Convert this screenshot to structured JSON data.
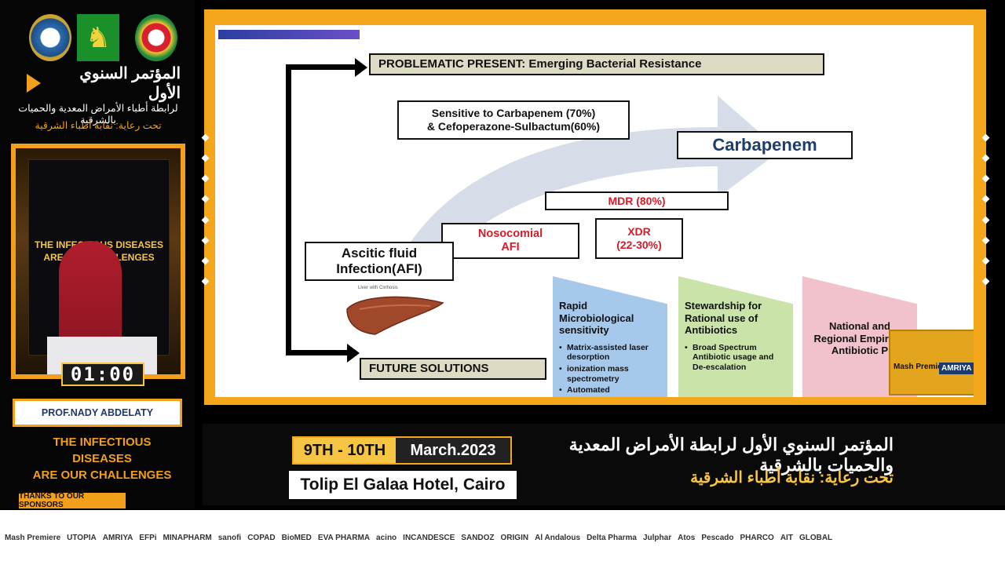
{
  "sidebar": {
    "conf_title": "المؤتمر السنوي الأول",
    "conf_subtitle": "لرابطة أطباء الأمراض المعدية والحميات بالشرقية",
    "patron": "تحت رعاية: نقابة أطباء الشرقية",
    "timer": "01:00",
    "speaker_name": "PROF.NADY ABDELATY",
    "slogan_line1": "THE INFECTIOUS",
    "slogan_line2": "DISEASES",
    "slogan_line3": "ARE OUR CHALLENGES",
    "sponsor_tag": "THANKS TO OUR SPONSORS",
    "video_banner": "THE INFECTIOUS DISEASES ARE OUR CHALLENGES"
  },
  "slide": {
    "title": "PROBLEMATIC PRESENT: Emerging Bacterial Resistance",
    "sensitive_line1": "Sensitive to Carbapenem (70%)",
    "sensitive_line2": "& Cefoperazone-Sulbactum(60%)",
    "carbapenem": "Carbapenem",
    "mdr": "MDR (80%)",
    "xdr_line1": "XDR",
    "xdr_line2": "(22-30%)",
    "noso_line1": "Nosocomial",
    "noso_line2": "AFI",
    "afi_line1": "Ascitic fluid",
    "afi_line2": "Infection(AFI)",
    "liver_caption": "Liver with Cirrhosis",
    "future": "FUTURE SOLUTIONS",
    "panels": {
      "rapid_title": "Rapid Microbiological sensitivity",
      "rapid_items": [
        "Matrix-assisted laser desorption",
        "ionization mass spectrometry",
        "Automated"
      ],
      "steward_title": "Stewardship for Rational use of Antibiotics",
      "steward_items": [
        "Broad Spectrum Antibiotic usage and De-escalation"
      ],
      "national_title": "National and Regional Empirical Antibiotic P"
    }
  },
  "info_bar": {
    "dates": "9TH - 10TH",
    "month": "March.2023",
    "venue": "Tolip El Galaa Hotel, Cairo",
    "ar_main": "المؤتمر السنوي الأول لرابطة الأمراض المعدية والحميات بالشرقية",
    "ar_patron": "تحت رعاية: نقابة أطباء الشرقية"
  },
  "sponsors": [
    "Mash Premiere",
    "UTOPIA",
    "AMRIYA",
    "EFPi",
    "MINAPHARM",
    "sanofi",
    "COPAD",
    "BioMED",
    "EVA PHARMA",
    "acino",
    "INCANDESCE",
    "SANDOZ",
    "ORIGIN",
    "Al Andalous",
    "Delta Pharma",
    "Julphar",
    "Atos",
    "Pescado",
    "PHARCO",
    "AIT",
    "GLOBAL"
  ]
}
